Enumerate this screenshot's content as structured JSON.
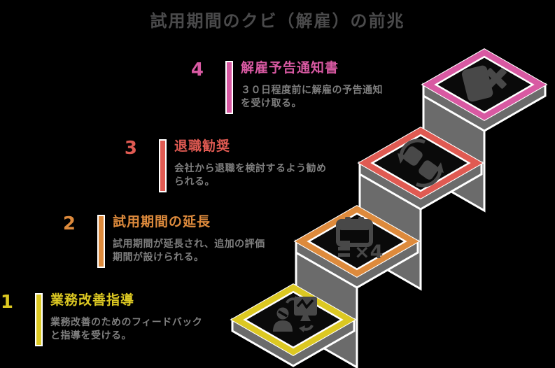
{
  "title": "試用期間のクビ（解雇）の前兆",
  "colors": {
    "background": "#000000",
    "title_gray": "#4a4a4b",
    "desc_gray": "#7e7e7e",
    "riser_gray": "#6b6b6b",
    "platform_black": "#0a0a0a",
    "outline_white": "#ffffff",
    "icon_gray": "#484848",
    "yellow": "#dcc822",
    "orange": "#dd8a3c",
    "red": "#e05a52",
    "pink": "#d859a2"
  },
  "steps": [
    {
      "number": "1",
      "label": "業務改善指導",
      "desc_line1": "業務改善のためのフィードバック",
      "desc_line2": "と指導を受ける。",
      "color": "#dcc822",
      "icon": "person-chart-feedback-icon"
    },
    {
      "number": "2",
      "label": "試用期間の延長",
      "desc_line1": "試用期間が延長され、追加の評価",
      "desc_line2": "期間が設けられる。",
      "color": "#dd8a3c",
      "icon": "calendar-x4-icon"
    },
    {
      "number": "3",
      "label": "退職勧奨",
      "desc_line1": "会社から退職を検討するよう勧め",
      "desc_line2": "られる。",
      "color": "#e05a52",
      "icon": "exchange-boxes-icon"
    },
    {
      "number": "4",
      "label": "解雇予告通知書",
      "desc_line1": "３０日程度前に解雇の予告通知",
      "desc_line2": "を受け取る。",
      "color": "#d859a2",
      "icon": "document-x-icon"
    }
  ],
  "calendar_icon_label": "×4"
}
